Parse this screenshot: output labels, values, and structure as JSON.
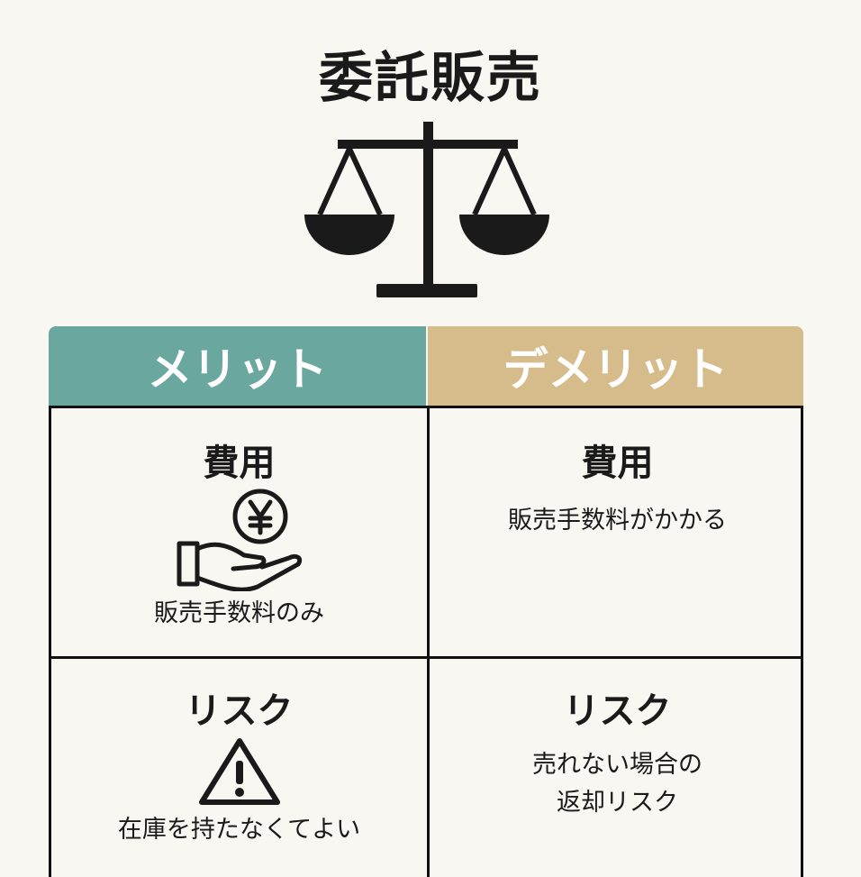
{
  "title": "委託販売",
  "headers": {
    "merit": "メリット",
    "demerit": "デメリット"
  },
  "colors": {
    "merit": "#6aa79f",
    "demerit": "#d6bc8b"
  },
  "rows": [
    {
      "merit": {
        "heading": "費用",
        "text": "販売手数料のみ",
        "icon": "hand-yen-coin-icon"
      },
      "demerit": {
        "heading": "費用",
        "text": "販売手数料がかかる"
      }
    },
    {
      "merit": {
        "heading": "リスク",
        "text": "在庫を持たなくてよい",
        "icon": "warning-icon"
      },
      "demerit": {
        "heading": "リスク",
        "text": "売れない場合の",
        "text2": "返却リスク"
      }
    }
  ]
}
